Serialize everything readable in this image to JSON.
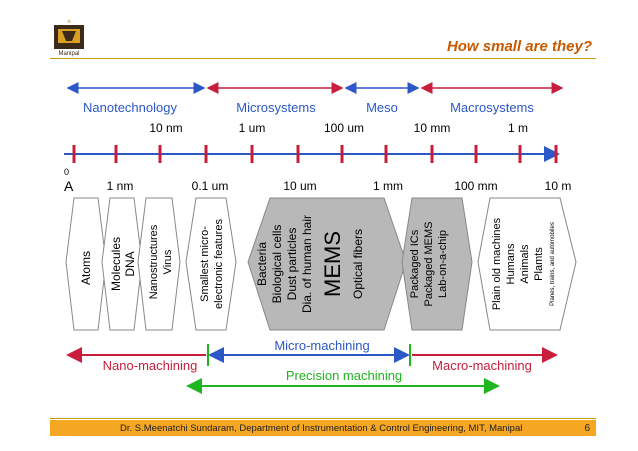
{
  "header": {
    "logo_text": "Manipal",
    "title": "How small are they?"
  },
  "top_ranges": [
    {
      "label": "Nanotechnology",
      "color": "#2b57c7"
    },
    {
      "label": "Microsystems",
      "color": "#c81e3c"
    },
    {
      "label": "Meso",
      "color": "#2b57c7"
    },
    {
      "label": "Macrosystems",
      "color": "#c81e3c"
    }
  ],
  "upper_scale": [
    "10 nm",
    "1 um",
    "100 um",
    "10 mm",
    "1 m"
  ],
  "lower_scale": [
    "0",
    "A",
    "1 nm",
    "0.1 um",
    "10 um",
    "1 mm",
    "100 mm",
    "10 m"
  ],
  "objects": [
    {
      "lines": [
        "Atoms"
      ]
    },
    {
      "lines": [
        "Molecules",
        "DNA"
      ]
    },
    {
      "lines": [
        "Nanostructures",
        "Virus"
      ]
    },
    {
      "lines": [
        "Smallest micro-",
        "electronic features"
      ]
    },
    {
      "lines": [
        "Bacteria",
        "Biological cells",
        "Dust particles",
        "Dia. of human hair"
      ],
      "big": "MEMS",
      "extra": "Optical fibers"
    },
    {
      "lines": [
        "Packaged ICs",
        "Packaged MEMS",
        "Lab-on-a-chip"
      ]
    },
    {
      "lines": [
        "Plain old machines",
        "Humans",
        "Animals",
        "Plamts"
      ],
      "small": "Planes, trains, and automobiles"
    }
  ],
  "machining": [
    {
      "label": "Nano-machining",
      "color": "#c81e3c"
    },
    {
      "label": "Micro-machining",
      "color": "#2b57c7"
    },
    {
      "label": "Macro-machining",
      "color": "#c81e3c"
    },
    {
      "label": "Precision machining",
      "color": "#1fb51f"
    }
  ],
  "footer": {
    "credit": "Dr. S.Meenatchi Sundaram, Department of Instrumentation & Control Engineering, MIT, Manipal",
    "page": "6"
  }
}
